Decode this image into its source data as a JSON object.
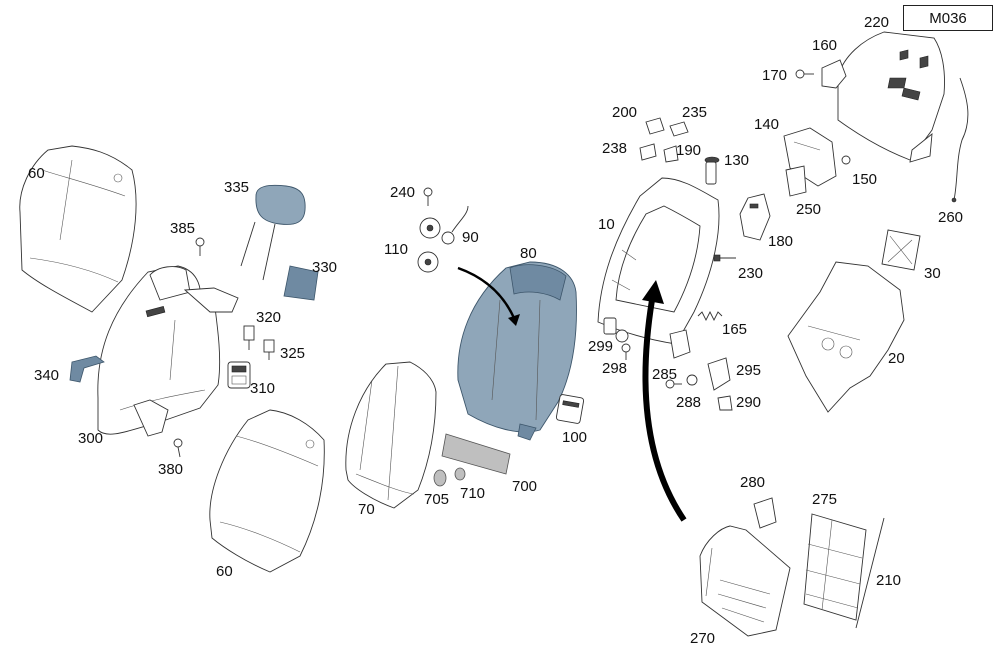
{
  "diagram_code": "M036",
  "labels": {
    "l60a": "60",
    "l60b": "60",
    "l70": "70",
    "l80": "80",
    "l90": "90",
    "l100": "100",
    "l110": "110",
    "l240": "240",
    "l300": "300",
    "l310": "310",
    "l320": "320",
    "l325": "325",
    "l330": "330",
    "l335": "335",
    "l340": "340",
    "l380": "380",
    "l385": "385",
    "l700": "700",
    "l705": "705",
    "l710": "710",
    "l10": "10",
    "l20": "20",
    "l30": "30",
    "l130": "130",
    "l140": "140",
    "l150": "150",
    "l160": "160",
    "l165": "165",
    "l170": "170",
    "l180": "180",
    "l190": "190",
    "l200": "200",
    "l210": "210",
    "l220": "220",
    "l230": "230",
    "l235": "235",
    "l238": "238",
    "l250": "250",
    "l260": "260",
    "l270": "270",
    "l275": "275",
    "l280": "280",
    "l285": "285",
    "l288": "288",
    "l290": "290",
    "l295": "295",
    "l298": "298",
    "l299": "299"
  },
  "colors": {
    "part_fill": "#8fa6b9",
    "part_dark": "#6f8aa2",
    "trim_fill": "#bfbfbf"
  }
}
